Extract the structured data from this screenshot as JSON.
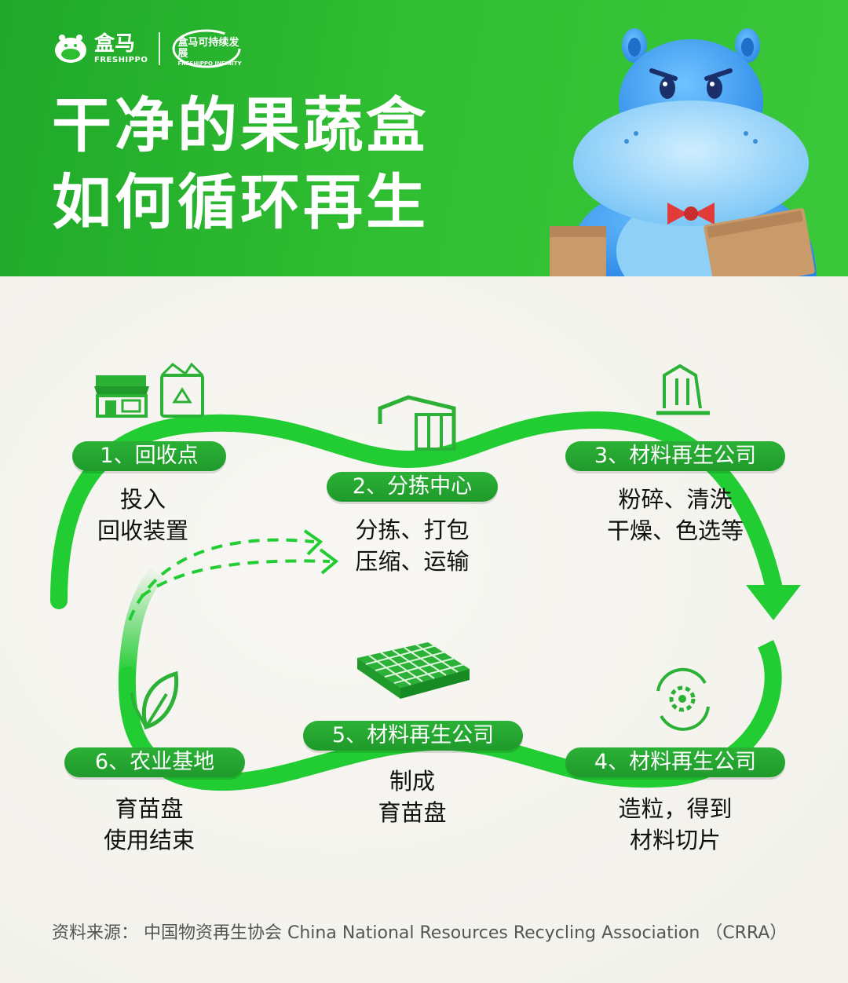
{
  "brand": {
    "name": "盒马",
    "name_en": "FRESHIPPO",
    "sustainability": "盒马可持续发展",
    "sustainability_en": "FRESHIPPO INFINITY"
  },
  "title": {
    "line1": "干净的果蔬盒",
    "line2": "如何循环再生"
  },
  "steps": [
    {
      "label": "1、回收点",
      "desc1": "投入",
      "desc2": "回收装置"
    },
    {
      "label": "2、分拣中心",
      "desc1": "分拣、打包",
      "desc2": "压缩、运输"
    },
    {
      "label": "3、材料再生公司",
      "desc1": "粉碎、清洗",
      "desc2": "干燥、色选等"
    },
    {
      "label": "4、材料再生公司",
      "desc1": "造粒，得到",
      "desc2": "材料切片"
    },
    {
      "label": "5、材料再生公司",
      "desc1": "制成",
      "desc2": "育苗盘"
    },
    {
      "label": "6、农业基地",
      "desc1": "育苗盘",
      "desc2": "使用结束"
    }
  ],
  "source": "资料来源：  中国物资再生协会 China National Resources Recycling Association （CRRA）",
  "colors": {
    "header_green": "#2fbd31",
    "pill_green": "#1f9a2b",
    "flow_green": "#22cc33",
    "paper": "#f4f3ee"
  },
  "icons": [
    "store-icon",
    "recycle-bin-icon",
    "warehouse-icon",
    "factory-icon",
    "gear-recycle-icon",
    "seedling-tray-icon",
    "leaf-icon",
    "hippo-mascot"
  ]
}
